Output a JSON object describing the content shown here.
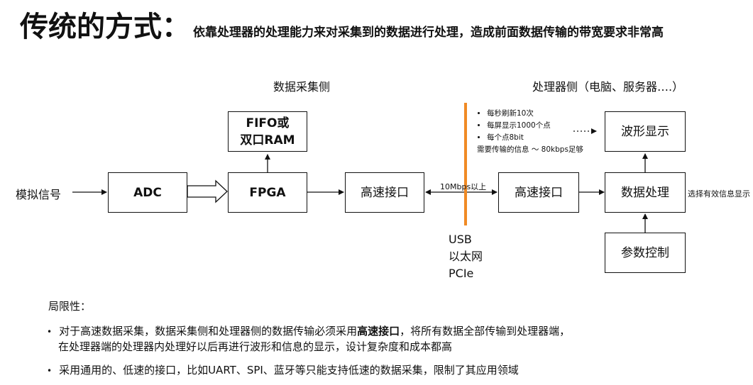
{
  "header": {
    "title": "传统的方式：",
    "subtitle": "依靠处理器的处理能力来对采集到的数据进行处理，造成前面数据传输的带宽要求非常高"
  },
  "sections": {
    "acquisition": "数据采集侧",
    "processor": "处理器侧（电脑、服务器….）"
  },
  "diagram": {
    "input_label": "模拟信号",
    "adc": "ADC",
    "fifo_line1": "FIFO或",
    "fifo_line2": "双口RAM",
    "fpga": "FPGA",
    "hs_left": "高速接口",
    "hs_right": "高速接口",
    "link_label": "10Mbps以上",
    "interfaces": [
      "USB",
      "以太网",
      "PCIe"
    ],
    "waveform": "波形显示",
    "data_proc": "数据处理",
    "param_ctrl": "参数控制",
    "select_label": "选择有效信息显示",
    "notes": [
      "每秒刷新10次",
      "每屏显示1000个点",
      "每个点8bit"
    ],
    "notes_summary": "需要传输的信息 ～ 80kbps足够",
    "colors": {
      "divider": "#f08a24",
      "stroke": "#111111"
    }
  },
  "limitations": {
    "heading": "局限性：",
    "bullet1_pre": "对于高速数据采集，数据采集侧和处理器侧的数据传输必须采用",
    "bullet1_bold": "高速接口",
    "bullet1_post": "，将所有数据全部传输到处理器端，",
    "bullet1_line2": "在处理器端的处理器内处理好以后再进行波形和信息的显示，设计复杂度和成本都高",
    "bullet2": "采用通用的、低速的接口，比如UART、SPI、蓝牙等只能支持低速的数据采集，限制了其应用领域",
    "bullet_char": "•"
  }
}
